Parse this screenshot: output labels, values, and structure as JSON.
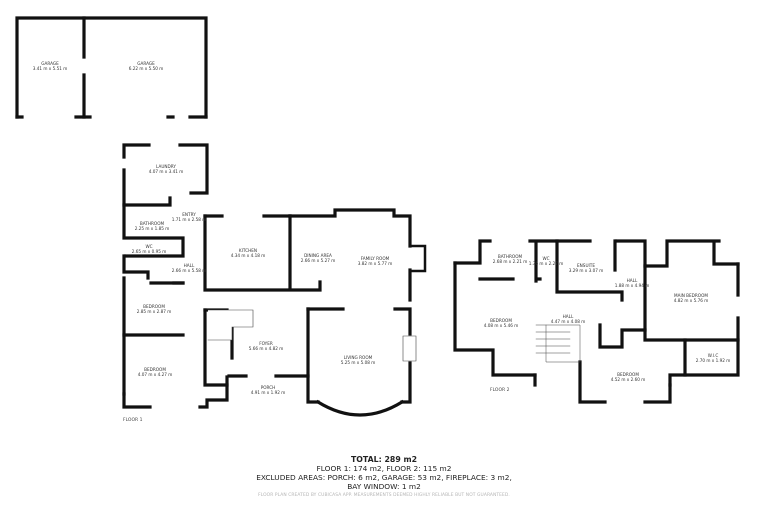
{
  "garage_building": {
    "rooms": [
      {
        "name": "GARAGE",
        "size": "3.41 m x 5.51 m"
      },
      {
        "name": "GARAGE",
        "size": "6.22 m x 5.50 m"
      }
    ]
  },
  "floor1": {
    "label": "FLOOR 1",
    "rooms": [
      {
        "name": "LAUNDRY",
        "size": "4.07 m x 3.41 m"
      },
      {
        "name": "ENTRY",
        "size": "1.71 m x 2.58 m"
      },
      {
        "name": "BATHROOM",
        "size": "2.25 m x 1.85 m"
      },
      {
        "name": "WC",
        "size": "2.65 m x 0.95 m"
      },
      {
        "name": "HALL",
        "size": "2.66 m x 5.58 m"
      },
      {
        "name": "KITCHEN",
        "size": "4.34 m x 4.18 m"
      },
      {
        "name": "DINING AREA",
        "size": "2.66 m x 5.27 m"
      },
      {
        "name": "FAMILY ROOM",
        "size": "3.82 m x 5.77 m"
      },
      {
        "name": "BEDROOM",
        "size": "2.85 m x 2.87 m"
      },
      {
        "name": "BEDROOM",
        "size": "4.07 m x 4.27 m"
      },
      {
        "name": "FOYER",
        "size": "5.66 m x 4.82 m"
      },
      {
        "name": "LIVING ROOM",
        "size": "5.25 m x 5.08 m"
      },
      {
        "name": "PORCH",
        "size": "4.91 m x 1.92 m"
      }
    ]
  },
  "floor2": {
    "label": "FLOOR 2",
    "rooms": [
      {
        "name": "BATHROOM",
        "size": "2.68 m x 2.21 m"
      },
      {
        "name": "WC",
        "size": "1.36 m x 2.27 m"
      },
      {
        "name": "ENSUITE",
        "size": "3.29 m x 3.07 m"
      },
      {
        "name": "HALL",
        "size": "1.88 m x 4.94 m"
      },
      {
        "name": "MAIN BEDROOM",
        "size": "4.82 m x 5.76 m"
      },
      {
        "name": "BEDROOM",
        "size": "4.08 m x 5.46 m"
      },
      {
        "name": "HALL",
        "size": "4.47 m x 4.08 m"
      },
      {
        "name": "W.I.C",
        "size": "2.70 m x 1.92 m"
      },
      {
        "name": "BEDROOM",
        "size": "4.52 m x 2.60 m"
      }
    ]
  },
  "summary": {
    "total": "TOTAL: 289 m2",
    "floors": "FLOOR 1: 174 m2, FLOOR 2: 115 m2",
    "excluded_line1": "EXCLUDED AREAS: PORCH: 6 m2, GARAGE: 53 m2, FIREPLACE: 3 m2,",
    "excluded_line2": "BAY WINDOW: 1 m2"
  },
  "disclaimer": "FLOOR PLAN CREATED BY CUBICASA APP. MEASUREMENTS DEEMED HIGHLY RELIABLE BUT NOT GUARANTEED.",
  "colors": {
    "wall": "#111111",
    "text": "#333333",
    "disclaimer": "#b5b5b5"
  }
}
